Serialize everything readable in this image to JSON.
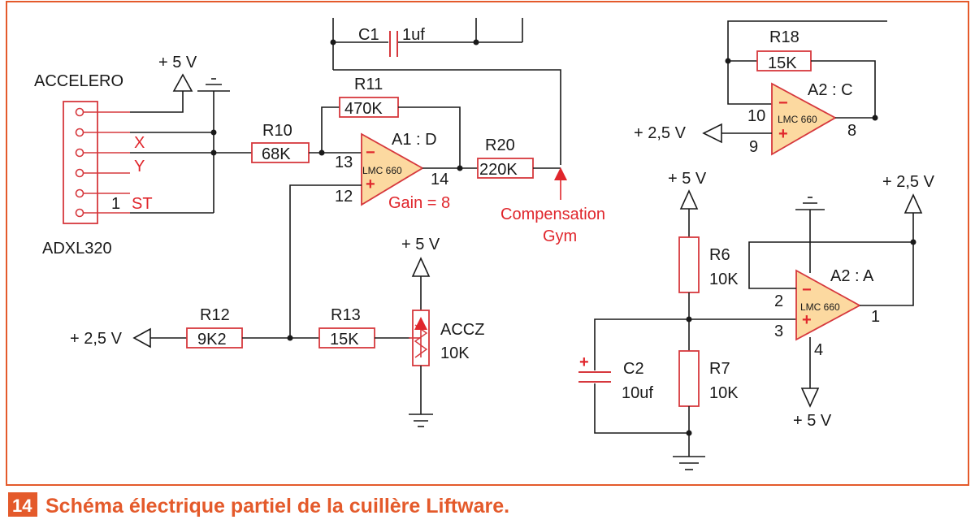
{
  "figure": {
    "number": "14",
    "caption": "Schéma électrique partiel de la cuillère Liftware.",
    "frame_color": "#e45a2b"
  },
  "accelerometer": {
    "top_label": "ACCELERO",
    "bottom_label": "ADXL320",
    "pin_x": "X",
    "pin_y": "Y",
    "pin_st": "ST",
    "pin_one": "1"
  },
  "supplies": {
    "accel_supply": "+ 5 V",
    "r12_ref": "+ 2,5 V",
    "accz_supply": "+ 5 V",
    "a2c_ref": "+ 2,5 V",
    "r6_supply": "+ 5 V",
    "a2a_top_ref": "+ 2,5 V",
    "a2a_bottom_supply": "+ 5 V"
  },
  "components": {
    "c1": {
      "name": "C1",
      "value": "1uf"
    },
    "r11": {
      "name": "R11",
      "value": "470K"
    },
    "r10": {
      "name": "R10",
      "value": "68K"
    },
    "r20": {
      "name": "R20",
      "value": "220K"
    },
    "r12": {
      "name": "R12",
      "value": "9K2"
    },
    "r13": {
      "name": "R13",
      "value": "15K"
    },
    "accz": {
      "name": "ACCZ",
      "value": "10K"
    },
    "r18": {
      "name": "R18",
      "value": "15K"
    },
    "r6": {
      "name": "R6",
      "value": "10K"
    },
    "r7": {
      "name": "R7",
      "value": "10K"
    },
    "c2": {
      "name": "C2",
      "value": "10uf"
    }
  },
  "opamps": {
    "a1d": {
      "name": "A1 : D",
      "chip": "LMC 660",
      "pin_minus": "13",
      "pin_plus": "12",
      "pin_out": "14",
      "gain": "Gain = 8"
    },
    "a2c": {
      "name": "A2 : C",
      "chip": "LMC 660",
      "pin_minus": "10",
      "pin_plus": "9",
      "pin_out": "8"
    },
    "a2a": {
      "name": "A2 : A",
      "chip": "LMC 660",
      "pin_minus": "2",
      "pin_plus": "3",
      "pin_out": "1",
      "pin_supply": "4"
    }
  },
  "annotations": {
    "compensation_line1": "Compensation",
    "compensation_line2": "Gym"
  },
  "signs": {
    "minus": "−",
    "plus": "+"
  }
}
